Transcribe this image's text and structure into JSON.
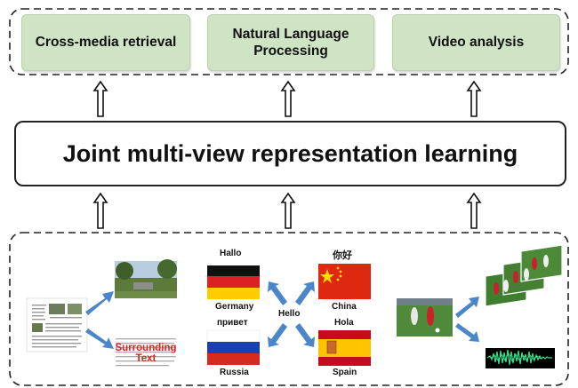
{
  "applications": [
    {
      "label": "Cross-media retrieval"
    },
    {
      "label": "Natural Language Processing",
      "line1": "Natural Language",
      "line2": "Processing"
    },
    {
      "label": "Video analysis"
    }
  ],
  "central_box": {
    "label": "Joint multi-view representation learning"
  },
  "views": {
    "text_image": {
      "surrounding_text": "Surrounding Text",
      "line1": "Surrounding",
      "line2": "Text"
    },
    "multilingual": {
      "center_word": "Hello",
      "languages": [
        {
          "word": "Hallo",
          "country": "Germany"
        },
        {
          "word": "你好",
          "country": "China"
        },
        {
          "word": "привет",
          "country": "Russia"
        },
        {
          "word": "Hola",
          "country": "Spain"
        }
      ]
    }
  },
  "colors": {
    "app_box_fill": "#cfe4c4",
    "connector_arrow": "#4a86c8",
    "surrounding_text": "#e0241b",
    "audio_wave": "#3ddc8a"
  }
}
